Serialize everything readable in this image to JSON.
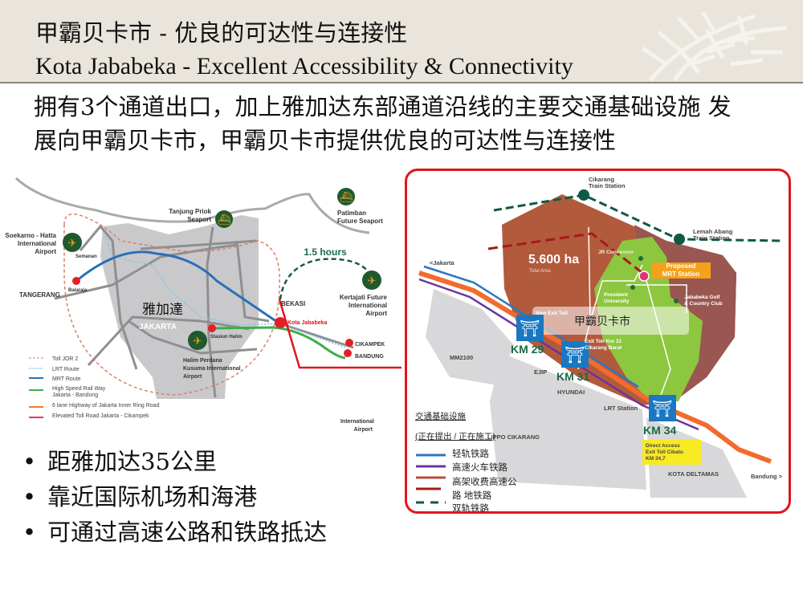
{
  "header": {
    "title_cn": "甲霸贝卡市 - 优良的可达性与连接性",
    "title_en": "Kota Jababeka - Excellent Accessibility & Connectivity"
  },
  "intro": "拥有3个通道出口，加上雅加达东部通道沿线的主要交通基础设施 发展向甲霸贝卡市，甲霸贝卡市提供优良的可达性与连接性",
  "left_map": {
    "labels": {
      "soekarno": [
        "Soekarno - Hatta",
        "International",
        "Airport"
      ],
      "tanjung": [
        "Tanjung Priok",
        "Seaport"
      ],
      "patimban": [
        "Patimban",
        "Future Seaport"
      ],
      "duration": "1.5 hours",
      "kertajati": [
        "Kertajati Future",
        "International",
        "Airport"
      ],
      "semanan": "Semanan",
      "balaraja": "Balaraja",
      "tangerang": "TANGERANG",
      "jakarta_cn": "雅加達",
      "jakarta": "JAKARTA",
      "bekasi": "BEKASI",
      "kota_jababeka": "Kota Jababeka",
      "stasiun_halim": "Stasiun Halim",
      "halim": [
        "Halim Perdana",
        "Kusuma International",
        "Airport"
      ],
      "cikampek": "CIKAMPEK",
      "bandung": "BANDUNG",
      "intl_airport": [
        "International",
        "Airport"
      ]
    },
    "legend": [
      {
        "label": "Toll JOR 2",
        "color": "#d9826b",
        "style": "dashed"
      },
      {
        "label": "LRT Route",
        "color": "#7cc6e6",
        "style": "dotted"
      },
      {
        "label": "MRT Route",
        "color": "#2b6fb6",
        "style": "solid"
      },
      {
        "label": "High Speed Rail Way Jakarta - Bandung",
        "color": "#3fae49",
        "style": "solid"
      },
      {
        "label": "6 lane Highway of Jakarta Inner Ring Road",
        "color": "#f07a2f",
        "style": "solid"
      },
      {
        "label": "Elevated Toll Road Jakarta - Cikampek",
        "color": "#e2337a",
        "style": "solid"
      }
    ]
  },
  "right_map": {
    "labels": {
      "cikarang_station": [
        "Cikarang",
        "Train Station"
      ],
      "lemah_abang": [
        "Lemah Abang",
        "Train Station"
      ],
      "area": "5.600 ha",
      "area_sub": "Total Area",
      "jr_connexion": "JR Connexion",
      "proposed_mrt": [
        "Proposed",
        "MRT Station"
      ],
      "president_univ": [
        "President",
        "University"
      ],
      "golf": [
        "Jababeka Golf",
        "& Country Club"
      ],
      "jakarta": "<Jakarta",
      "city_overlay": "甲霸贝卡市",
      "new_exit": "New Exit Toll",
      "exit_31": [
        "Exit Toll Km 31",
        "Cikarang Barat"
      ],
      "km29": "KM 29",
      "km31": "KM 31",
      "km34": "KM 34",
      "mm2100": "MM2100",
      "ejip": "EJIP",
      "hyundai": "HYUNDAI",
      "lrt_station": "LRT Station",
      "lippo": "LIPPO CIKARANG",
      "direct_access": [
        "Direct Access",
        "Exit Toll Cibatu",
        "KM 34,7"
      ],
      "deltamas": "KOTA DELTAMAS",
      "bandung": "Bandung >"
    },
    "legend_title": "交通基础设施",
    "legend_subtitle": "(正在提出 / 正在施工)",
    "legend": [
      {
        "label": "轻轨铁路",
        "color": "#2b77c0",
        "style": "solid"
      },
      {
        "label": "高速火车铁路",
        "color": "#6b34a0",
        "style": "solid"
      },
      {
        "label": "高架收费高速公",
        "color": "#b8503b",
        "style": "solid"
      },
      {
        "label": "路 地铁路",
        "color": "#a51b1b",
        "style": "solid"
      },
      {
        "label": "双轨铁路",
        "color": "#0f5a45",
        "style": "dashed"
      }
    ]
  },
  "bullets": [
    "距雅加达35公里",
    "靠近国际机场和海港",
    "可通过高速公路和铁路抵达"
  ],
  "colors": {
    "header_bg": "#e9e5dc",
    "frame_red": "#e0161b",
    "icon_green": "#1f5a2e",
    "icon_orange": "#f0a020"
  }
}
